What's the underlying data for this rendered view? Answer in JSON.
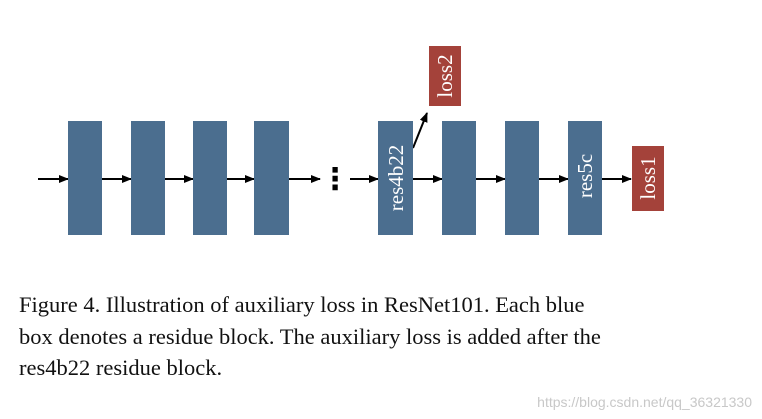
{
  "diagram": {
    "blocks": [
      {
        "label": ""
      },
      {
        "label": ""
      },
      {
        "label": ""
      },
      {
        "label": ""
      },
      {
        "label": "res4b22"
      },
      {
        "label": ""
      },
      {
        "label": ""
      },
      {
        "label": "res5c"
      }
    ],
    "ellipsis": "⋮",
    "aux_loss": {
      "label": "loss2"
    },
    "main_loss": {
      "label": "loss1"
    },
    "colors": {
      "block": "#4b6e8f",
      "loss": "#a4423a",
      "arrow": "#000000"
    }
  },
  "caption": {
    "lines": [
      "Figure 4. Illustration of auxiliary loss in ResNet101.  Each blue",
      "box denotes a residue block.  The auxiliary loss is added after the",
      "res4b22 residue block."
    ]
  },
  "watermark": "https://blog.csdn.net/qq_36321330"
}
